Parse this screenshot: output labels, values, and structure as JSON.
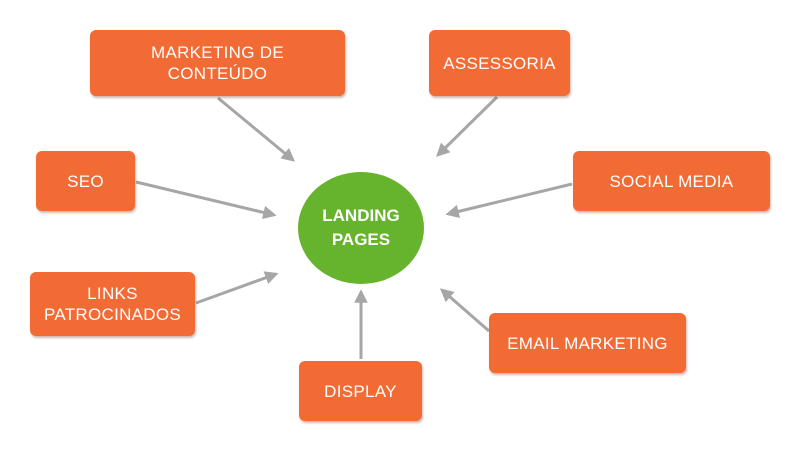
{
  "colors": {
    "node": "#f26a34",
    "hub": "#66b32e",
    "arrow": "#a6a6a6",
    "text": "#ffffff"
  },
  "hub": {
    "label": "LANDING\nPAGES"
  },
  "nodes": [
    {
      "id": "marketing-de-conteudo",
      "label": "MARKETING DE\nCONTEÚDO"
    },
    {
      "id": "assessoria",
      "label": "ASSESSORIA"
    },
    {
      "id": "seo",
      "label": "SEO"
    },
    {
      "id": "social-media",
      "label": "SOCIAL MEDIA"
    },
    {
      "id": "links-patrocinados",
      "label": "LINKS\nPATROCINADOS"
    },
    {
      "id": "email-marketing",
      "label": "EMAIL MARKETING"
    },
    {
      "id": "display",
      "label": "DISPLAY"
    }
  ]
}
